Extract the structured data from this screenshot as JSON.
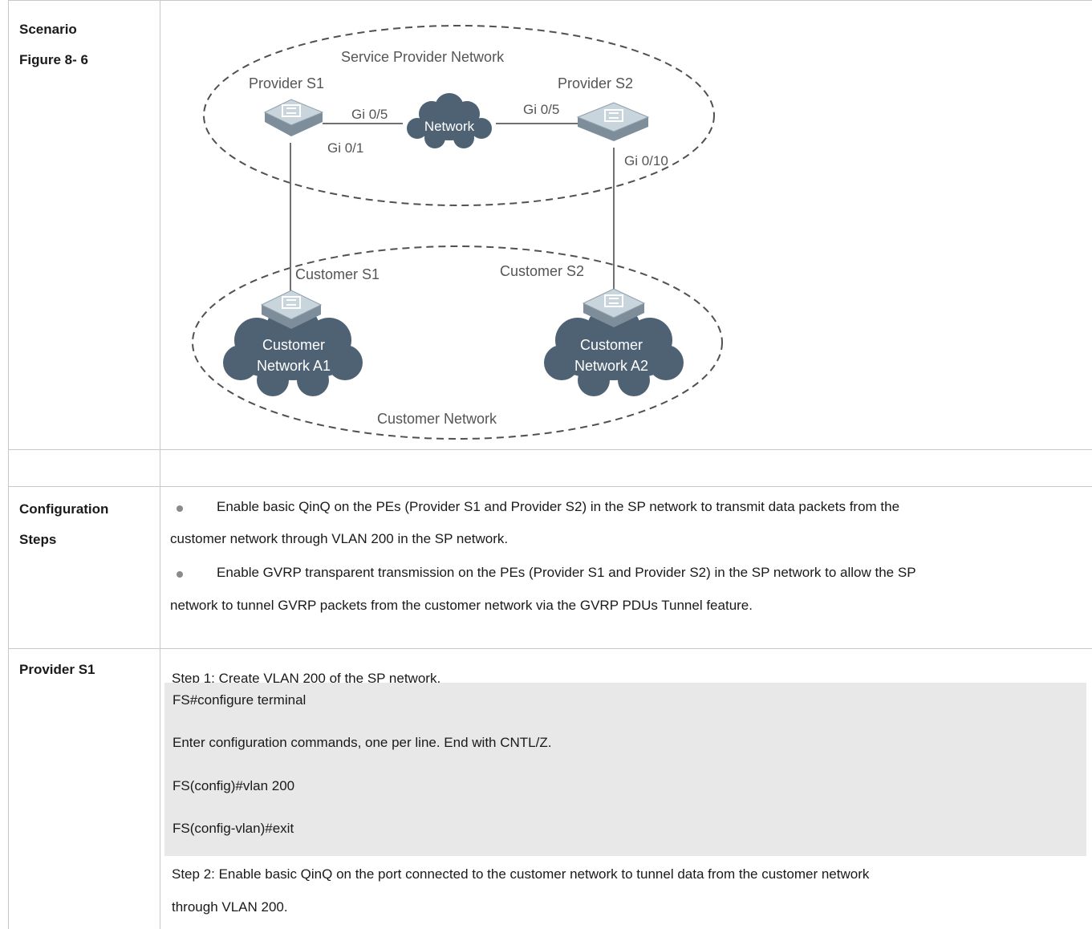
{
  "rows": {
    "scenario": {
      "label_line1": "Scenario",
      "label_line2": "Figure 8- 6"
    },
    "config_steps": {
      "label_line1": "Configuration",
      "label_line2": "Steps",
      "bullets": [
        {
          "line1": "Enable basic QinQ on the PEs (Provider S1 and Provider S2) in the SP network to transmit data packets from the",
          "line2": "customer network through VLAN 200 in the SP network."
        },
        {
          "line1": "Enable GVRP transparent transmission on the PEs (Provider S1 and Provider S2) in the SP network to allow the SP",
          "line2": "network to tunnel GVRP packets from the customer network via the GVRP PDUs Tunnel feature."
        }
      ]
    },
    "provider_s1": {
      "label": "Provider S1",
      "step1": "Step 1: Create VLAN 200 of the SP network.",
      "code": [
        "FS#configure terminal",
        "Enter configuration commands, one per line.    End with CNTL/Z.",
        "FS(config)#vlan 200",
        "FS(config-vlan)#exit"
      ],
      "step2_line1": "Step 2: Enable basic QinQ on the port connected to the customer network to tunnel data from the customer network",
      "step2_line2": "through VLAN 200."
    }
  },
  "diagram": {
    "sp_network_label": "Service Provider  Network",
    "customer_network_label": "Customer Network",
    "provider_s1": "Provider S1",
    "provider_s2": "Provider S2",
    "customer_s1": "Customer S1",
    "customer_s2": "Customer S2",
    "network_cloud": "Network",
    "customer_a1_line1": "Customer",
    "customer_a1_line2": "Network A1",
    "customer_a2_line1": "Customer",
    "customer_a2_line2": "Network A2",
    "port_s1_uplink": "Gi 0/5",
    "port_s1_downlink": "Gi 0/1",
    "port_s2_uplink": "Gi 0/5",
    "port_s2_downlink": "Gi 0/10",
    "colors": {
      "switch_top": "#c9d5dd",
      "switch_side": "#7d8d99",
      "cloud": "#4e6273",
      "line": "#707070",
      "dash": "#505050"
    }
  }
}
